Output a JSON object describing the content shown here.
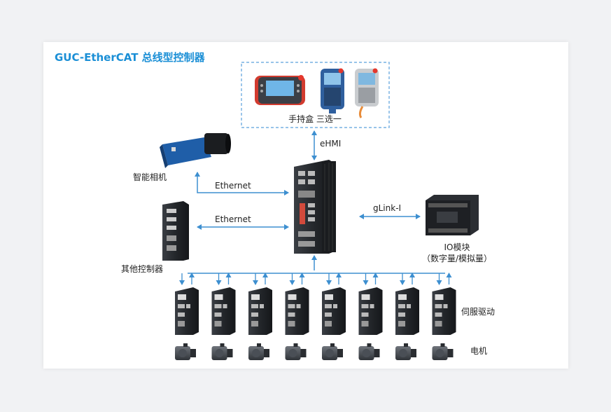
{
  "title": "GUC-EtherCAT 总线型控制器",
  "labels": {
    "pendant": "手持盒 三选一",
    "ehmi": "eHMI",
    "camera": "智能相机",
    "ethernet_top": "Ethernet",
    "ethernet_bottom": "Ethernet",
    "other_controller": "其他控制器",
    "glink": "gLink-I",
    "io_module_line1": "IO模块",
    "io_module_line2": "（数字量/模拟量）",
    "servo_drive": "伺服驱动",
    "motor": "电机"
  },
  "colors": {
    "title": "#1b8fd6",
    "connector": "#3d8fd0",
    "dashed_box": "#5aa0dc",
    "device_dark": "#2a2d31",
    "camera_blue": "#1f5ea8"
  },
  "servo_count": 8
}
